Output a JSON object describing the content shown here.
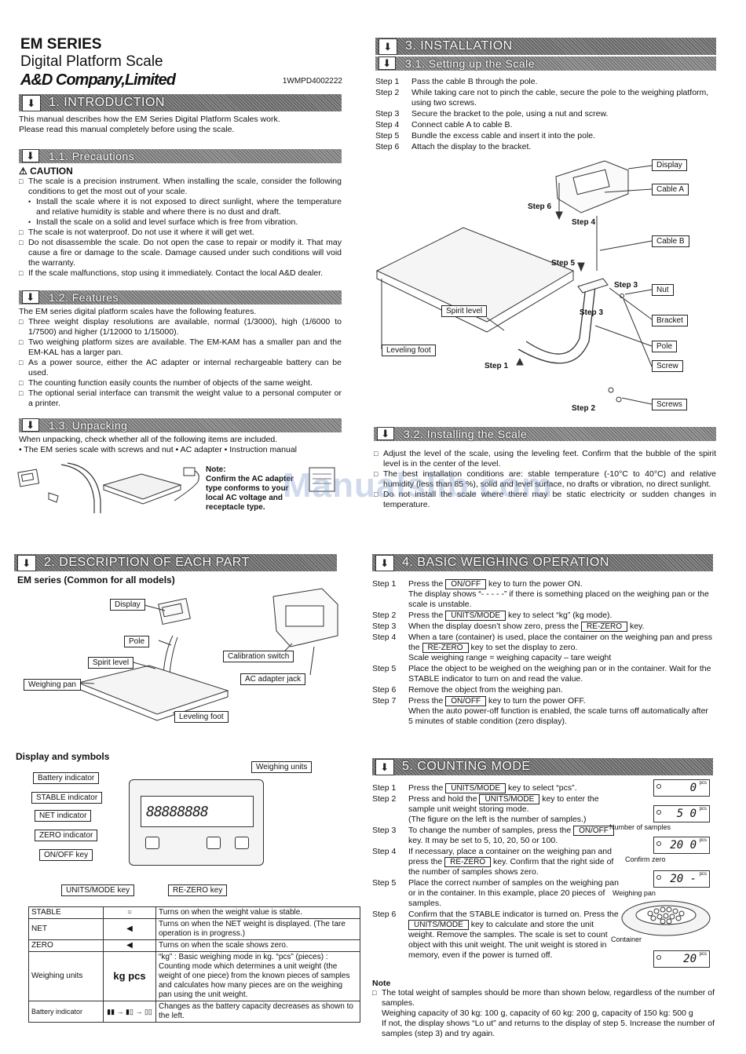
{
  "header": {
    "series": "EM SERIES",
    "product": "Digital Platform Scale",
    "company": "A&D Company,Limited",
    "doc_code": "1WMPD4002222"
  },
  "sec1": {
    "title": "1.  INTRODUCTION",
    "lines": [
      "This manual describes how the EM Series Digital Platform Scales work.",
      "Please read this manual completely before using the scale."
    ]
  },
  "sec11": {
    "title": "1.1. Precautions",
    "caution": "CAUTION",
    "items": [
      "The scale is a precision instrument. When installing the scale, consider the following conditions to get the most out of your scale.",
      "The scale is not waterproof. Do not use it where it will get wet.",
      "Do not disassemble the scale. Do not open the case to repair or modify it. That may cause a fire or damage to the scale. Damage caused under such conditions will void the warranty.",
      "If the scale malfunctions, stop using it immediately. Contact the local A&D dealer."
    ],
    "subitems": [
      "Install the scale where it is not exposed to direct sunlight, where the temperature and relative humidity is stable and where there is no dust and draft.",
      "Install the scale on a solid and level surface which is free from vibration."
    ]
  },
  "sec12": {
    "title": "1.2. Features",
    "intro": "The EM series digital platform scales have the following features.",
    "items": [
      "Three weight display resolutions are available, normal (1/3000), high (1/6000 to 1/7500) and higher (1/12000 to 1/15000).",
      "Two weighing platform sizes are available. The EM-KAM has a smaller pan and the EM-KAL has a larger pan.",
      "As a power source, either the AC adapter or internal rechargeable battery can be used.",
      "The counting function easily counts the number of objects of the same weight.",
      "The optional serial interface can transmit the weight value to a personal computer or a printer."
    ]
  },
  "sec13": {
    "title": "1.3. Unpacking",
    "intro": "When unpacking, check whether all of the following items are included.",
    "items_line": "• The EM series scale with screws and nut • AC adapter • Instruction manual",
    "note": [
      "Note:",
      "Confirm the AC adapter",
      "type conforms to your",
      "local AC voltage and",
      "receptacle type."
    ]
  },
  "sec2": {
    "title": "2.  DESCRIPTION OF EACH PART",
    "subtitle": "EM series (Common for all models)",
    "callouts": {
      "display": "Display",
      "pole": "Pole",
      "spirit": "Spirit level",
      "pan": "Weighing pan",
      "foot": "Leveling foot",
      "cal": "Calibration switch",
      "ac": "AC adapter jack"
    },
    "display_title": "Display and symbols",
    "display_callouts": {
      "units": "Weighing units",
      "battery": "Battery indicator",
      "stable": "STABLE indicator",
      "net": "NET indicator",
      "zero": "ZERO indicator",
      "onoff": "ON/OFF key",
      "unitsmode": "UNITS/MODE key",
      "rezero": "RE-ZERO key"
    },
    "lcd_digits": "88888888",
    "symbols": [
      {
        "name": "STABLE",
        "sym": "○",
        "desc": "Turns on when the weight value is stable."
      },
      {
        "name": "NET",
        "sym": "◀",
        "desc": "Turns on when the NET weight is displayed. (The tare operation is in progress.)"
      },
      {
        "name": "ZERO",
        "sym": "◀",
        "desc": "Turns on when the scale shows zero."
      },
      {
        "name": "Weighing units",
        "sym": "kg pcs",
        "desc": "“kg” : Basic weighing mode in kg. “pcs” (pieces) : Counting mode which determines a unit weight (the weight of one piece) from the known pieces of samples and calculates how many pieces are on the weighing pan using the unit weight."
      },
      {
        "name": "Battery indicator",
        "sym": "▮▮ → ▮▯ → ▯▯",
        "desc": "Changes as the battery capacity decreases as shown to the left."
      }
    ]
  },
  "sec3": {
    "title": "3.  INSTALLATION",
    "sub_title": "3.1. Setting up the Scale",
    "steps": [
      {
        "label": "Step 1",
        "text": "Pass the cable B through the pole."
      },
      {
        "label": "Step 2",
        "text": "While taking care not to pinch the cable, secure the pole to the weighing platform, using two screws."
      },
      {
        "label": "Step 3",
        "text": "Secure the bracket to the pole, using a nut and screw."
      },
      {
        "label": "Step 4",
        "text": "Connect cable A to cable B."
      },
      {
        "label": "Step 5",
        "text": "Bundle the excess cable and insert it into the pole."
      },
      {
        "label": "Step 6",
        "text": "Attach the display to the bracket."
      }
    ],
    "diagram": {
      "display": "Display",
      "cablea": "Cable A",
      "cableb": "Cable B",
      "nut": "Nut",
      "bracket": "Bracket",
      "pole": "Pole",
      "screw": "Screw",
      "screws": "Screws",
      "spirit": "Spirit level",
      "foot": "Leveling foot",
      "s1": "Step 1",
      "s2": "Step 2",
      "s3a": "Step 3",
      "s3b": "Step 3",
      "s4": "Step 4",
      "s5": "Step 5",
      "s6": "Step 6"
    }
  },
  "sec32": {
    "title": "3.2. Installing the Scale",
    "items": [
      "Adjust the level of the scale, using the leveling feet. Confirm that the bubble of the spirit level is in the center of the level.",
      "The best installation conditions are: stable temperature (-10°C to 40°C) and relative humidity (less than 85 %), solid and level surface, no drafts or vibration, no direct sunlight.",
      "Do not install the scale where there may be static electricity or sudden changes in temperature."
    ]
  },
  "sec4": {
    "title": "4. BASIC WEIGHING OPERATION",
    "steps": [
      {
        "label": "Step 1",
        "pre": "Press the",
        "key": "ON/OFF",
        "post": "key to turn the power ON.",
        "extra": "The display shows “- - - - -” if there is something placed on the weighing pan or the scale is unstable."
      },
      {
        "label": "Step 2",
        "pre": "Press the",
        "key": "UNITS/MODE",
        "post": "key to select “kg” (kg mode).",
        "extra": ""
      },
      {
        "label": "Step 3",
        "pre": "When the display doesn’t show zero, press the",
        "key": "RE-ZERO",
        "post": "key.",
        "extra": ""
      },
      {
        "label": "Step 4",
        "pre": "When a tare (container) is used, place the container on the weighing pan and press the",
        "key": "RE-ZERO",
        "post": "key to set the display to zero.",
        "extra": "Scale weighing range = weighing capacity – tare weight"
      },
      {
        "label": "Step 5",
        "pre": "Place the object to be weighed on the weighing pan or in the container. Wait for the STABLE indicator to turn on and read the value.",
        "key": "",
        "post": "",
        "extra": ""
      },
      {
        "label": "Step 6",
        "pre": "Remove the object from the weighing pan.",
        "key": "",
        "post": "",
        "extra": ""
      },
      {
        "label": "Step 7",
        "pre": "Press the",
        "key": "ON/OFF",
        "post": "key to turn the power OFF.",
        "extra": "When the auto power-off function is enabled, the scale turns off automatically after 5 minutes of stable condition (zero display)."
      }
    ]
  },
  "sec5": {
    "title": "5. COUNTING MODE",
    "steps": [
      {
        "label": "Step 1",
        "pre": "Press the",
        "key": "UNITS/MODE",
        "post": "key to select “pcs”.",
        "extra": ""
      },
      {
        "label": "Step 2",
        "pre": "Press and hold the",
        "key": "UNITS/MODE",
        "post": "key to enter the sample unit weight storing mode.",
        "extra": "(The figure on the left is the number of samples.)"
      },
      {
        "label": "Step 3",
        "pre": "To change the number of samples, press the",
        "key": "ON/OFF",
        "post": "key. It may be set to 5, 10, 20, 50 or 100.",
        "extra": ""
      },
      {
        "label": "Step 4",
        "pre": "If necessary, place a container on the weighing pan and press the",
        "key": "RE-ZERO",
        "post": "key. Confirm that the right side of the number of samples shows zero.",
        "extra": ""
      },
      {
        "label": "Step 5",
        "pre": "Place the correct number of samples on the weighing pan or in the container. In this example, place 20 pieces of samples.",
        "key": "",
        "post": "",
        "extra": ""
      },
      {
        "label": "Step 6",
        "pre": "Confirm that the STABLE indicator is turned on. Press the",
        "key": "UNITS/MODE",
        "post": "key to calculate and store the unit weight. Remove the samples. The scale is set to count object with this unit weight. The unit weight is stored in memory, even if the power is turned off.",
        "extra": ""
      }
    ],
    "lcds": [
      {
        "val": "0",
        "unit": "pcs"
      },
      {
        "val": "5 0",
        "unit": "pcs"
      },
      {
        "val": "20 0",
        "unit": "pcs"
      },
      {
        "val": "20 -",
        "unit": "pcs"
      },
      {
        "val": "20",
        "unit": "pcs"
      }
    ],
    "fig_labels": {
      "num": "Number of samples",
      "zero": "Confirm zero",
      "pan": "Weighing pan",
      "cont": "Container"
    },
    "note_title": "Note",
    "note": [
      "The total weight of samples should be more than shown below, regardless of the number of samples.",
      "Weighing capacity of 30 kg: 100 g, capacity of 60 kg: 200 g, capacity of 150 kg: 500 g",
      "If not, the display shows “Lo ut” and returns to the display of step 5. Increase the number of samples (step 3) and try again."
    ]
  },
  "watermark": "Manualslib.com"
}
